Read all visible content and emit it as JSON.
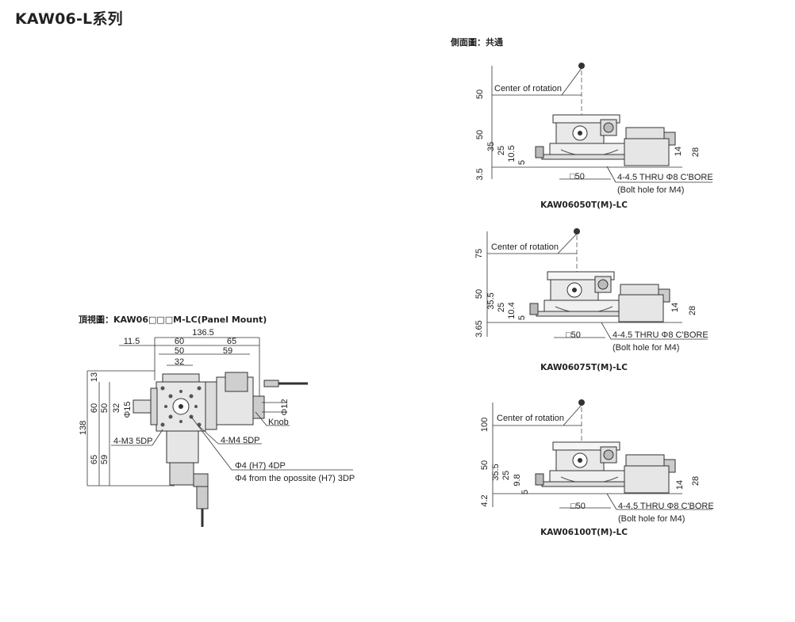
{
  "page_title": "KAW06-L系列",
  "side_view": {
    "heading": "側面圖：共通",
    "views": [
      {
        "model": "KAW06050T(M)-LC",
        "rotation_note": "Center of rotation",
        "dims_left": [
          "50",
          "50",
          "35",
          "25",
          "10.5",
          "5",
          "3.5"
        ],
        "square": "□50",
        "dims_right": [
          "14",
          "28"
        ],
        "bolt_note": "4-4.5 THRU Φ8 C'BORE",
        "bolt_note2": "(Bolt hole for M4)"
      },
      {
        "model": "KAW06075T(M)-LC",
        "rotation_note": "Center of rotation",
        "dims_left": [
          "75",
          "50",
          "35.5",
          "25",
          "10.4",
          "5",
          "3.65"
        ],
        "square": "□50",
        "dims_right": [
          "14",
          "28"
        ],
        "bolt_note": "4-4.5 THRU Φ8 C'BORE",
        "bolt_note2": "(Bolt hole for M4)"
      },
      {
        "model": "KAW06100T(M)-LC",
        "rotation_note": "Center of rotation",
        "dims_left": [
          "100",
          "50",
          "35.5",
          "25",
          "9.8",
          "5",
          "4.2"
        ],
        "square": "□50",
        "dims_right": [
          "14",
          "28"
        ],
        "bolt_note": "4-4.5 THRU Φ8 C'BORE",
        "bolt_note2": "(Bolt hole for M4)"
      }
    ]
  },
  "top_view": {
    "heading": "頂視圖：KAW06□□□M-LC(Panel Mount)",
    "dims_top": [
      "136.5",
      "11.5",
      "60",
      "65",
      "50",
      "59",
      "32"
    ],
    "dims_left": [
      "13",
      "60",
      "50",
      "32",
      "Φ15",
      "138",
      "65",
      "59"
    ],
    "phi12": "Φ12",
    "knob": "Knob",
    "m3": "4-M3 5DP",
    "m4": "4-M4 5DP",
    "hole1": "Φ4 (H7) 4DP",
    "hole2": "Φ4 from the opossite (H7) 3DP"
  }
}
